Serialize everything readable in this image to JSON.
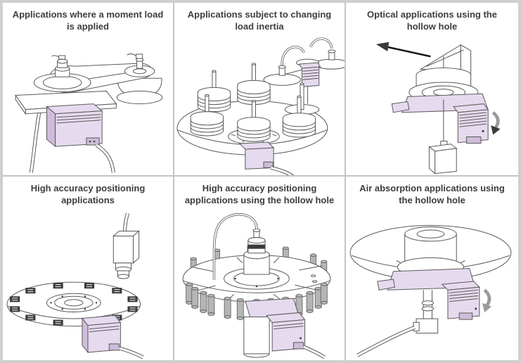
{
  "page": {
    "frame_color": "#cfcfcf",
    "grid_line_color": "#c4c4c4",
    "cell_background": "#ffffff",
    "title_color": "#3d3d3d",
    "line_color": "#5b5b5b",
    "actuator_body_color": "#e6daee",
    "actuator_shade_color": "#cfbcda",
    "pin_gray_color": "#b5b5b5",
    "component_dark_color": "#3a3a3a"
  },
  "panels": [
    {
      "title": "Applications where a moment load is applied",
      "illustration": "rotary-actuator-with-moment-arm-and-suction-cup"
    },
    {
      "title": "Applications subject to changing load inertia",
      "illustration": "index-table-with-coil-stacks-and-winding-unit"
    },
    {
      "title": "Optical applications using the hollow hole",
      "illustration": "prism-on-hollow-rotary-actuator-with-laser-beam"
    },
    {
      "title": "High accuracy positioning applications",
      "illustration": "inspection-camera-over-parts-turntable"
    },
    {
      "title": "High accuracy positioning applications using the hollow hole",
      "illustration": "dispenser-through-hollow-hole-turntable-with-pins"
    },
    {
      "title": "Air absorption applications using the hollow hole",
      "illustration": "vacuum-disc-with-air-hose-through-hollow-hole"
    }
  ]
}
